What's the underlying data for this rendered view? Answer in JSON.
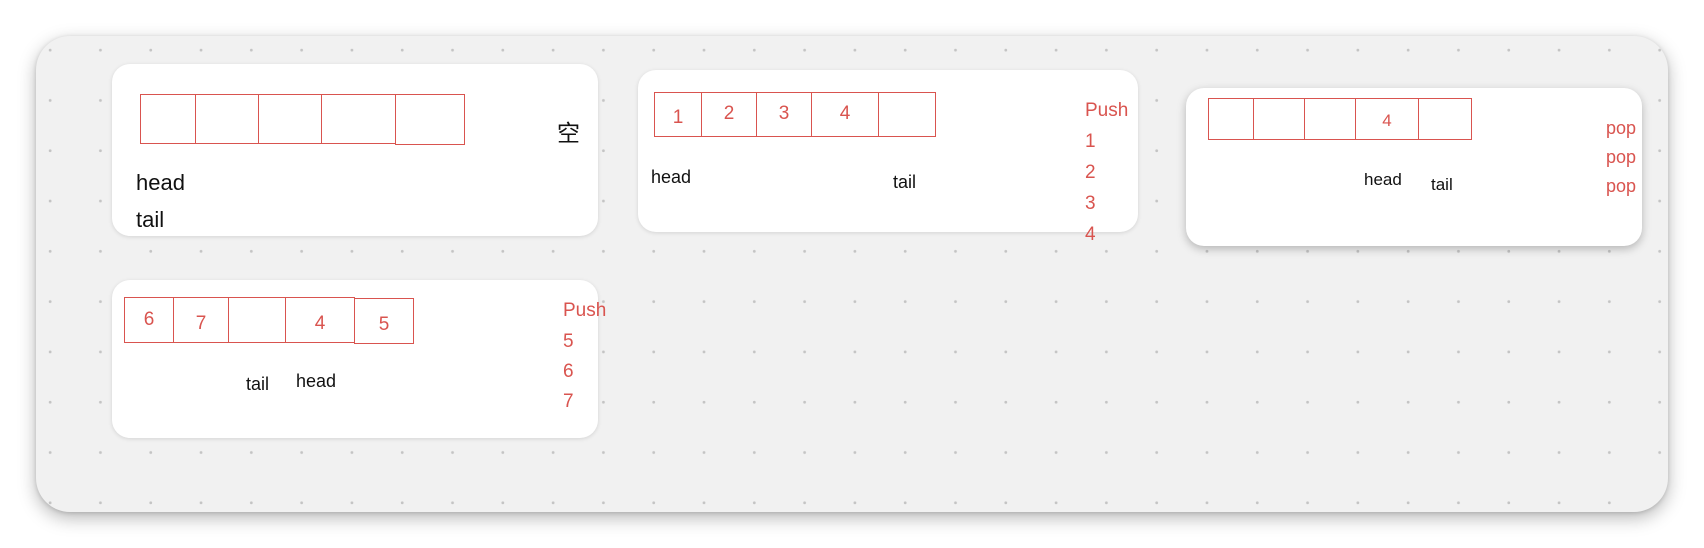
{
  "colors": {
    "accent": "#d9544f",
    "canvas": "#f1f1f1",
    "card": "#ffffff",
    "text": "#111111"
  },
  "panel1": {
    "state": "空",
    "head": "head",
    "tail": "tail"
  },
  "panel2": {
    "cells": [
      "1",
      "2",
      "3",
      "4",
      ""
    ],
    "head": "head",
    "tail": "tail",
    "op": "Push",
    "values": [
      "1",
      "2",
      "3",
      "4"
    ]
  },
  "panel3": {
    "cells": [
      "",
      "",
      "",
      "4",
      ""
    ],
    "head": "head",
    "tail": "tail",
    "ops": [
      "pop",
      "pop",
      "pop"
    ]
  },
  "panel4": {
    "cells": [
      "6",
      "7",
      "",
      "4",
      "5"
    ],
    "head": "head",
    "tail": "tail",
    "op": "Push",
    "values": [
      "5",
      "6",
      "7"
    ]
  }
}
